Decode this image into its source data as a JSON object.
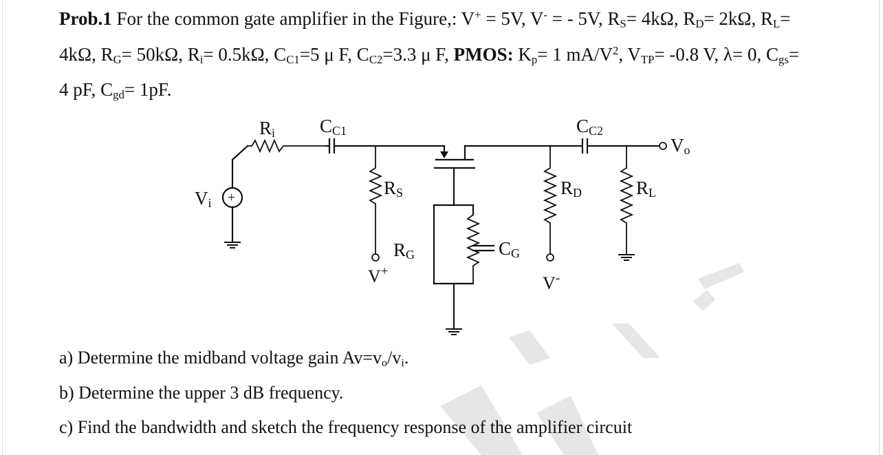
{
  "problem": {
    "label": "Prob.1",
    "line1": {
      "intro": " For the common gate amplifier in the Figure,: V",
      "vplus_sup": "+",
      "vplus_val": " = 5V, V",
      "vminus_sup": "-",
      "vminus_val": " = - 5V, R",
      "rs_sub": "S",
      "rs_val": "= 4kΩ, R",
      "rd_sub": "D",
      "rd_val": "= 2kΩ, R",
      "rl_sub": "L",
      "rl_val": "="
    },
    "line2": {
      "rl_num": "4kΩ, R",
      "rg_sub": "G",
      "rg_val": "= 50kΩ, R",
      "ri_sub": "i",
      "ri_val": "= 0.5kΩ, C",
      "cc1_sub": "C1",
      "cc1_val": "=5 μ F, C",
      "cc2_sub": "C2",
      "cc2_val": "=3.3 μ F, ",
      "pmos_label": "PMOS:",
      "kp_pre": " K",
      "kp_sub": "p",
      "kp_val": "= 1 mA/V",
      "kp_sup": "2",
      "vtp_pre": ", V",
      "vtp_sub": "TP",
      "vtp_val": "= -0.8 V, λ= 0, C",
      "cgs_sub": "gs",
      "cgs_val": "="
    },
    "line3": {
      "cgs_num": "4 pF, C",
      "cgd_sub": "gd",
      "cgd_val": "= 1pF."
    }
  },
  "circuit": {
    "ri": {
      "main": "R",
      "sub": "i"
    },
    "cc1": {
      "main": "C",
      "sub": "C1"
    },
    "cc2": {
      "main": "C",
      "sub": "C2"
    },
    "vo": {
      "main": "V",
      "sub": "o"
    },
    "vi": {
      "main": "V",
      "sub": "i"
    },
    "rs": {
      "main": "R",
      "sub": "S"
    },
    "rd": {
      "main": "R",
      "sub": "D"
    },
    "rl": {
      "main": "R",
      "sub": "L"
    },
    "rg": {
      "main": "R",
      "sub": "G"
    },
    "cg": {
      "main": "C",
      "sub": "G"
    },
    "vplus": {
      "main": "V",
      "sup": "+"
    },
    "vminus": {
      "main": "V",
      "sup": "-"
    },
    "source_symbol": "+"
  },
  "questions": [
    "a) Determine the midband voltage gain Av=v",
    "o",
    "/v",
    "i",
    ".",
    "b) Determine the upper 3 dB frequency.",
    "c) Find the bandwidth and sketch the frequency response of the amplifier circuit"
  ],
  "colors": {
    "text": "#111111",
    "background": "#ffffff",
    "watermark": "#d8d8d8"
  }
}
